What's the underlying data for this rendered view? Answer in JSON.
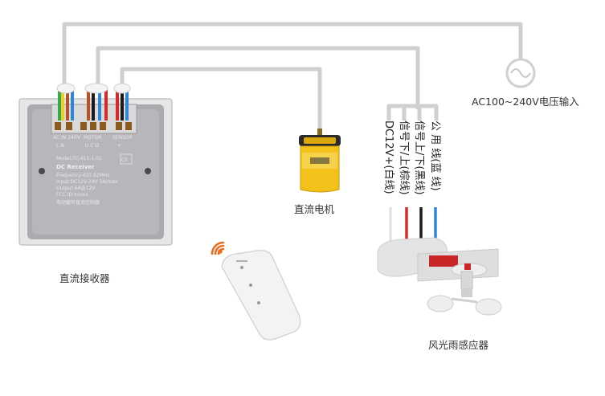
{
  "labels": {
    "receiver": "直流接收器",
    "motor": "直流电机",
    "power_input": "AC100~240V电压输入",
    "sensor": "风光雨感应器",
    "wire_common": "公 用 线(蓝 线)",
    "wire_signal_up_down": "信号上/下(黑线)",
    "wire_signal_down_up": "信号下/上(棕线)",
    "wire_dc12v": "DC12V+(白线)"
  },
  "receiver_panel": {
    "terminal_label_1": "AC IN 240V",
    "terminal_label_2": "MOTOR",
    "terminal_label_3": "SENSOR",
    "terminal_pins_1": "L N",
    "terminal_pins_2": "U C D",
    "terminal_pins_3": "+  -",
    "model": "Model:TC-411-1-02",
    "title": "DC Receiver",
    "spec_1": "Frequency:433.92MHz",
    "spec_2": "Input:DC12V-24V 3A/max",
    "spec_3": "Output:6A@12V",
    "spec_4": "FCC ID:xxxxx",
    "brand": "电动窗帘直流控制器"
  },
  "colors": {
    "wire_gray": "#cfcfcf",
    "wire_white": "#ffffff",
    "wire_brown": "#b5522c",
    "wire_black": "#1a1a1a",
    "wire_blue": "#2f86d6",
    "wire_red": "#d62a2a",
    "wire_green": "#3aa64a",
    "wire_yellow": "#e8d22a",
    "motor_yellow": "#f2c21b",
    "remote_signal": "#f06a1a"
  },
  "icons": {
    "power_source": "ac-source-icon",
    "remote_signal": "wifi-signal-icon"
  }
}
